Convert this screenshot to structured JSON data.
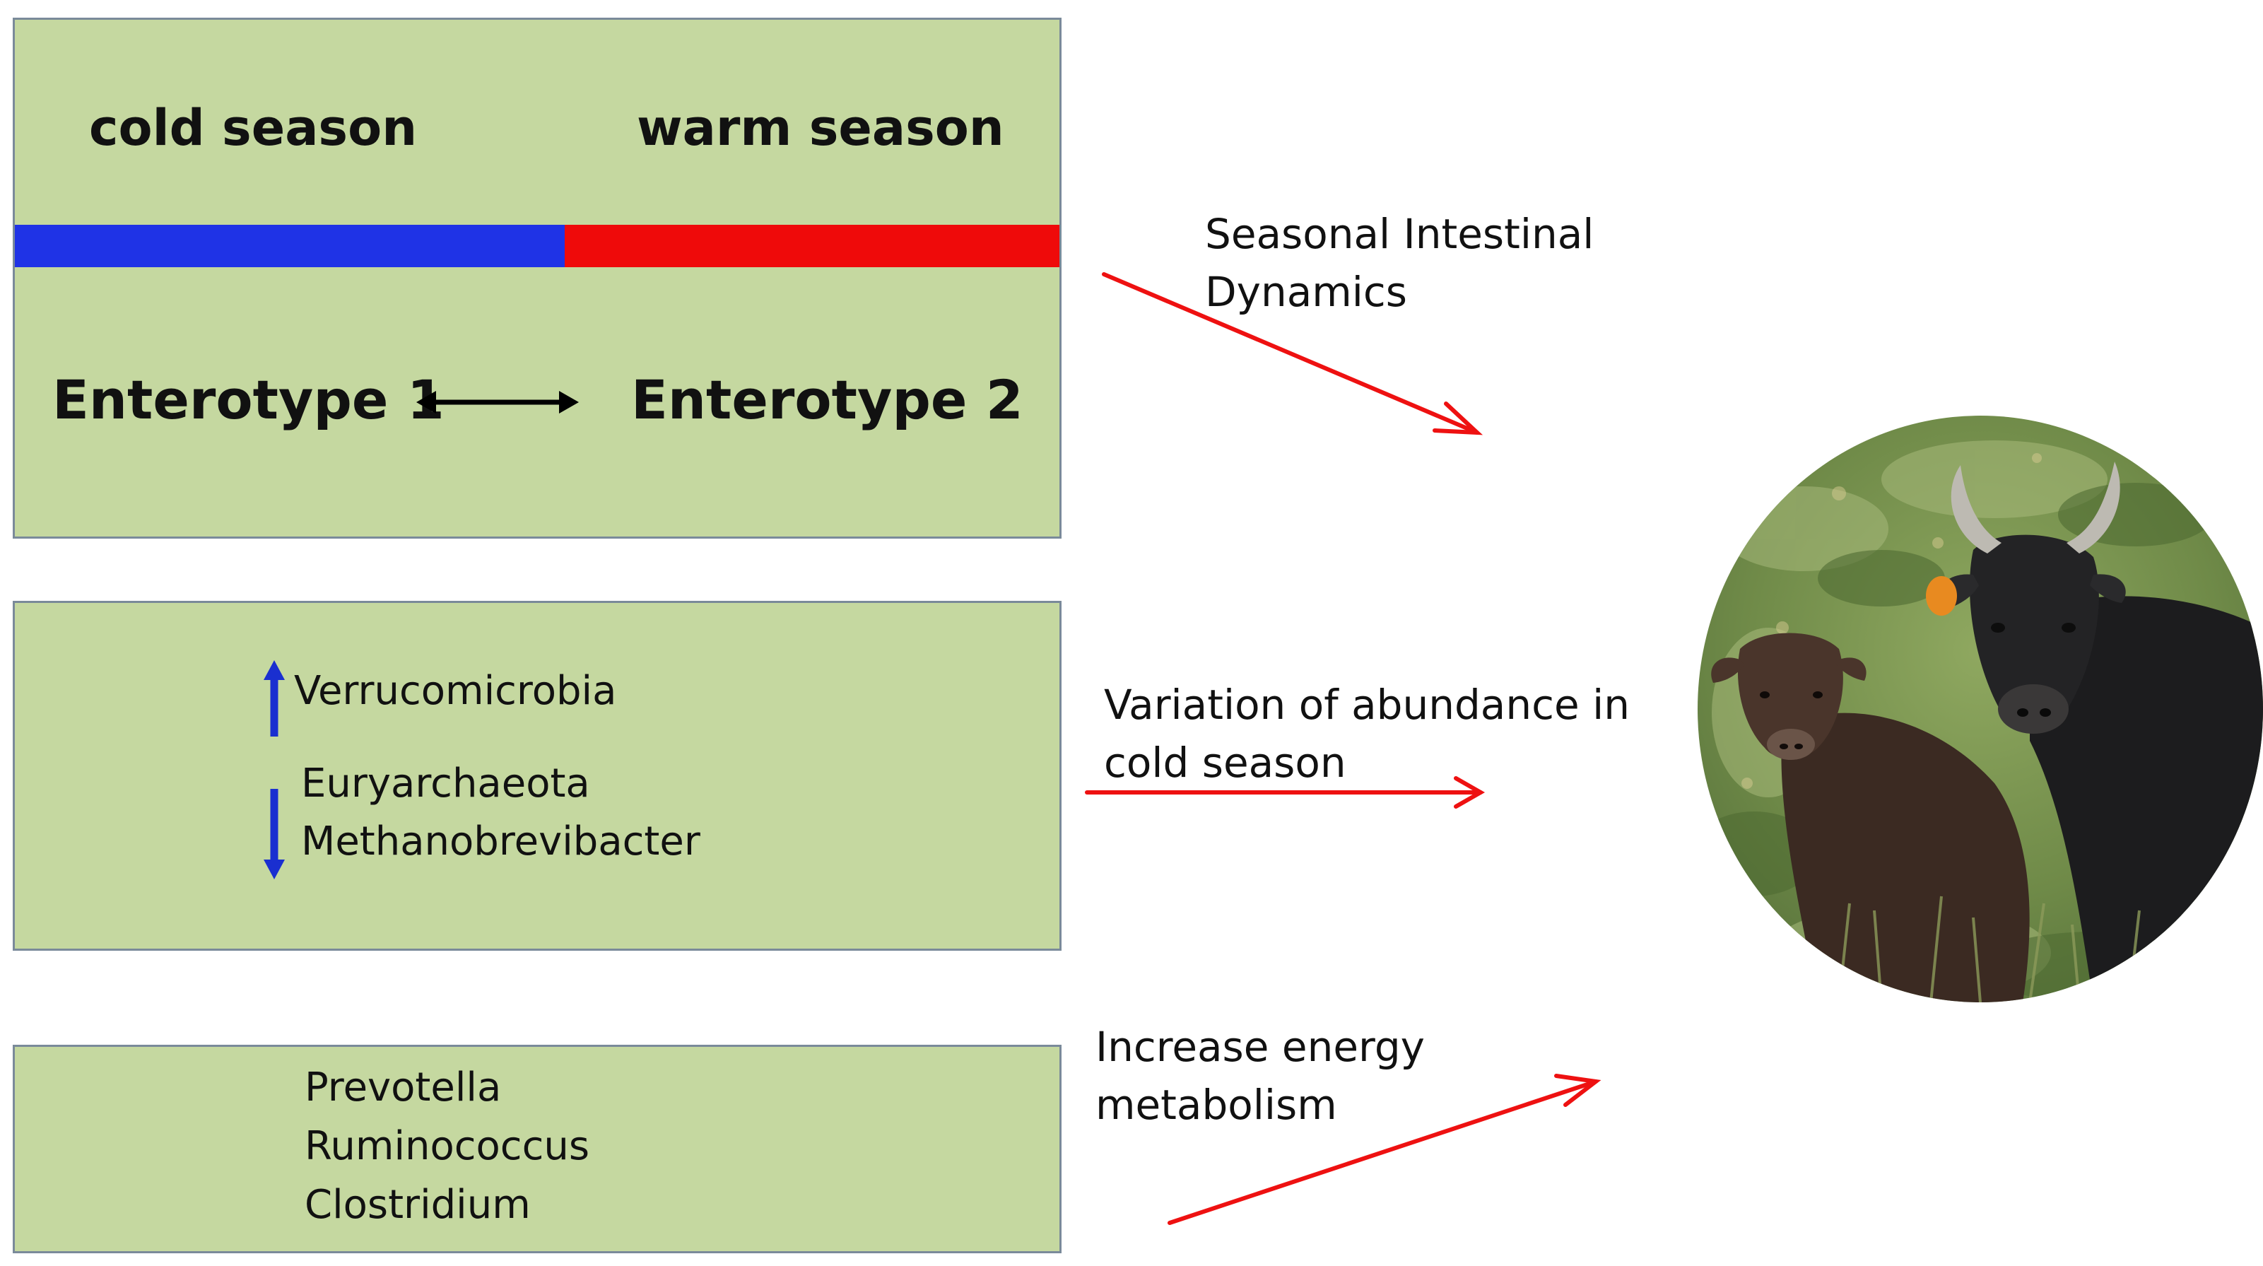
{
  "colors": {
    "panel_fill": "#c5d8a0",
    "panel_border": "#7a8a9a",
    "cold_bar": "#1f33e6",
    "warm_bar": "#ef0a0a",
    "flow_arrow": "#ee1111",
    "trend_arrow": "#1a2fd0"
  },
  "panel_seasons": {
    "cold_label": "cold season",
    "warm_label": "warm season",
    "enterotype_left": "Enterotype 1",
    "enterotype_right": "Enterotype 2",
    "exchange_icon": "double-headed-arrow-icon"
  },
  "panel_abundance": {
    "increased": [
      "Verrucomicrobia"
    ],
    "decreased": [
      "Euryarchaeota",
      "Methanobrevibacter"
    ],
    "up_icon": "arrow-up-icon",
    "down_icon": "arrow-down-icon"
  },
  "panel_energy": {
    "genera": [
      "Prevotella",
      "Ruminococcus",
      "Clostridium"
    ]
  },
  "connectors": [
    {
      "label_lines": [
        "Seasonal Intestinal",
        "Dynamics"
      ]
    },
    {
      "label_lines": [
        "Variation of abundance in",
        "cold season"
      ]
    },
    {
      "label_lines": [
        "Increase energy",
        "metabolism"
      ]
    }
  ],
  "photo": {
    "subject_icon": "yak-photo-icon"
  }
}
